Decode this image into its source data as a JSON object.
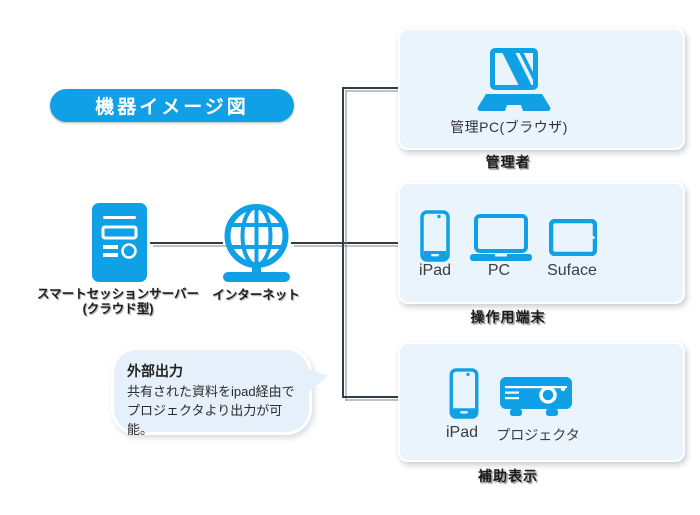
{
  "title_badge": {
    "label": "機器イメージ図"
  },
  "colors": {
    "accent_blue": "#10A0E6",
    "box_fill": "#EAF4FD",
    "bubble_fill": "#E6F0FA",
    "connector_line": "#333D47",
    "text_dark": "#1C1C1C"
  },
  "left_column": {
    "server": {
      "icon": "server-tower-icon",
      "label_line1": "スマートセッションサーバー",
      "label_line2": "(クラウド型)"
    },
    "internet": {
      "icon": "globe-network-icon",
      "label": "インターネット"
    }
  },
  "bubble": {
    "title": "外部出力",
    "line1": "共有された資料をipad経由で",
    "line2": "プロジェクタより出力が可能。"
  },
  "groups": [
    {
      "caption": "管理者",
      "items": [
        {
          "icon": "laptop-solid-icon",
          "label": "管理PC(ブラウザ)"
        }
      ]
    },
    {
      "caption": "操作用端末",
      "items": [
        {
          "icon": "smartphone-outline-icon",
          "label": "iPad"
        },
        {
          "icon": "laptop-outline-icon",
          "label": "PC"
        },
        {
          "icon": "tablet-outline-icon",
          "label": "Suface"
        }
      ]
    },
    {
      "caption": "補助表示",
      "items": [
        {
          "icon": "smartphone-outline-icon",
          "label": "iPad"
        },
        {
          "icon": "projector-icon",
          "label": "プロジェクタ"
        }
      ]
    }
  ]
}
